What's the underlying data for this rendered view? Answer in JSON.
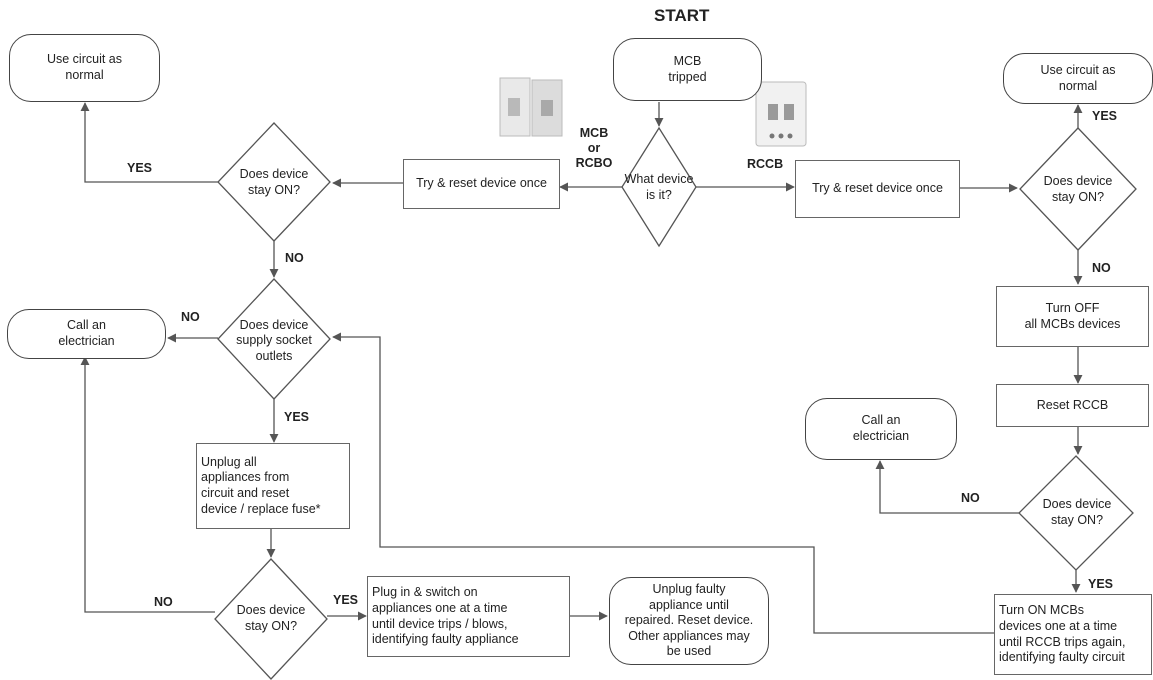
{
  "title": "START",
  "nodes": {
    "start": "MCB\ntripped",
    "what_device": "What device\nis it?",
    "reset_left": "Try & reset device once",
    "reset_right": "Try & reset device once",
    "stay_on_left": "Does device\nstay ON?",
    "stay_on_right": "Does device\nstay ON?",
    "use_normal_left": "Use circuit as\nnormal",
    "use_normal_right": "Use circuit as\nnormal",
    "supply_socket": "Does device\nsupply socket\noutlets",
    "call_left": "Call an\nelectrician",
    "unplug_all": "Unplug all\nappliances from\ncircuit and reset\ndevice / replace fuse*",
    "stay_on_bottom": "Does device\nstay ON?",
    "plug_in": "Plug in & switch on\nappliances one at a time\nuntil device trips / blows,\nidentifying faulty appliance",
    "unplug_faulty": "Unplug faulty\nappliance until\nrepaired. Reset device.\nOther appliances may\nbe used",
    "turn_off_mcbs": "Turn OFF\nall MCBs devices",
    "reset_rccb": "Reset RCCB",
    "call_right": "Call an\nelectrician",
    "stay_on_rccb": "Does device\nstay ON?",
    "turn_on_mcbs": "Turn ON MCBs\ndevices one at a time\nuntil RCCB trips again,\nidentifying faulty circuit"
  },
  "labels": {
    "mcb_rcbo": "MCB\nor\nRCBO",
    "rccb": "RCCB",
    "yes_left": "YES",
    "no_left": "NO",
    "yes_right": "YES",
    "no_right": "NO",
    "no_socket": "NO",
    "yes_socket": "YES",
    "no_bottom": "NO",
    "yes_bottom": "YES",
    "no_rccb": "NO",
    "yes_rccb": "YES"
  },
  "colors": {
    "line": "#555555",
    "border": "#444444"
  }
}
